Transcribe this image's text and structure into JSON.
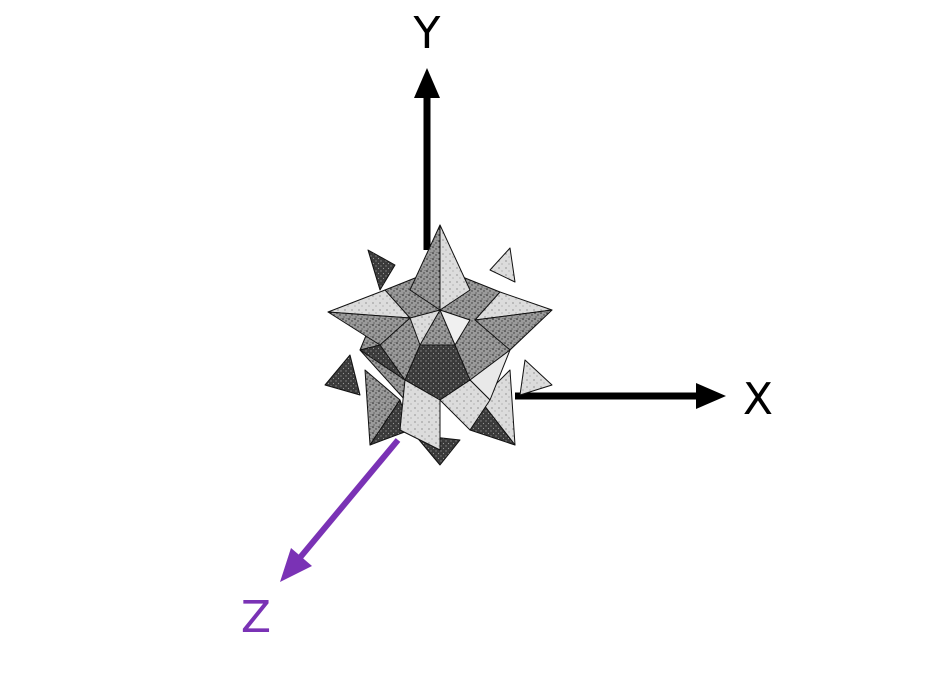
{
  "axes": {
    "x": {
      "label": "X",
      "color": "#000000"
    },
    "y": {
      "label": "Y",
      "color": "#000000"
    },
    "z": {
      "label": "Z",
      "color": "#7a32b5"
    }
  },
  "polyhedron": {
    "icon": "stellated-dodecahedron-icon"
  }
}
